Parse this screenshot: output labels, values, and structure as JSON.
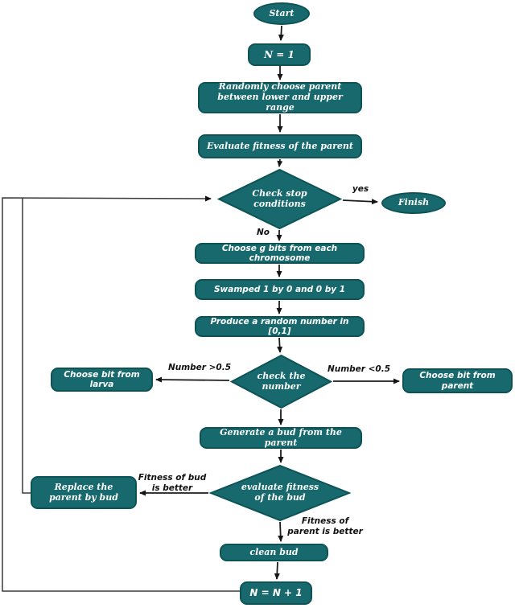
{
  "title": "Bud-based genetic algorithm flowchart",
  "colors": {
    "node_fill": "#17696d",
    "node_border": "#0d5356",
    "node_text": "#ffffff",
    "edge_line": "#222222",
    "edge_label_text": "#111111",
    "background": "#ffffff"
  },
  "nodes": {
    "start": "Start",
    "n_init": "N = 1",
    "random_parent": "Randomly choose parent between lower and upper range",
    "eval_parent": "Evaluate fitness of the parent",
    "check_stop": "Check stop conditions",
    "finish": "Finish",
    "choose_bits": "Choose g bits from each chromosome",
    "swap": "Swamped 1 by 0 and 0 by 1",
    "random_number": "Produce a random number in [0,1]",
    "check_number": "check the number",
    "bit_larva": "Choose bit from larva",
    "bit_parent": "Choose bit from parent",
    "generate_bud": "Generate a bud from the parent",
    "eval_bud": "evaluate fitness of the bud",
    "replace_parent": "Replace the parent by bud",
    "clean_bud": "clean bud",
    "n_incr": "N = N + 1"
  },
  "edge_labels": {
    "yes": "yes",
    "no": "No",
    "number_gt": "Number >0.5",
    "number_lt": "Number <0.5",
    "bud_better": "Fitness of bud is better",
    "parent_better": "Fitness of parent is better"
  }
}
